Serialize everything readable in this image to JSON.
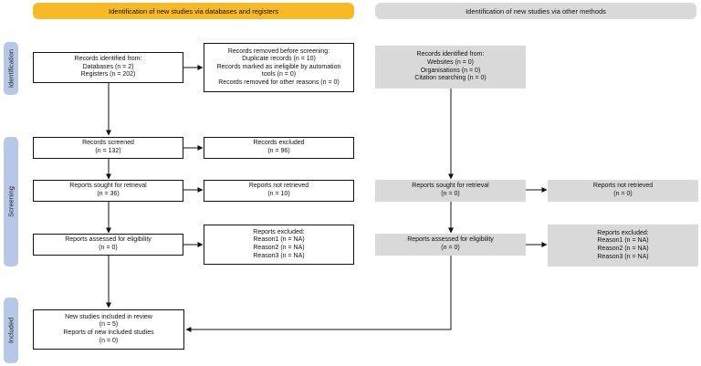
{
  "headers": {
    "left": "Identification of new studies via databases and registers",
    "right": "Identification of new studies via other methods"
  },
  "phases": {
    "identification": "Identification",
    "screening": "Screening",
    "included": "Included"
  },
  "left": {
    "records_identified": [
      "Records identified from:",
      "Databases (n = 2)",
      "Registers (n = 202)"
    ],
    "records_removed": [
      "Records removed before screening:",
      "Duplicate records (n = 10)",
      "Records marked as ineligible by automation",
      "tools (n = 0)",
      "Records removed for other reasons (n = 0)"
    ],
    "records_screened": [
      "Records screened",
      "(n = 132)"
    ],
    "records_excluded": [
      "Records excluded",
      "(n = 96)"
    ],
    "reports_sought": [
      "Reports sought for retrieval",
      "(n = 36)"
    ],
    "reports_not_retrieved": [
      "Reports not retrieved",
      "(n = 10)"
    ],
    "reports_assessed": [
      "Reports assessed for eligibility",
      "(n = 0)"
    ],
    "reports_excluded": [
      "Reports excluded:",
      "Reason1 (n = NA)",
      "Reason2 (n = NA)",
      "Reason3 (n = NA)"
    ],
    "included": [
      "New studies included in review",
      "(n = 5)",
      "Reports of new included studies",
      "(n = 0)"
    ]
  },
  "right": {
    "records_identified": [
      "Records identified from:",
      "Websites (n = 0)",
      "Organisations (n = 0)",
      "Citation searching (n = 0)"
    ],
    "reports_sought": [
      "Reports sought for retrieval",
      "(n = 0)"
    ],
    "reports_not_retrieved": [
      "Reports not retrieved",
      "(n = 0)"
    ],
    "reports_assessed": [
      "Reports assessed for eligibility",
      "(n = 0)"
    ],
    "reports_excluded": [
      "Reports excluded:",
      "Reason1 (n = NA)",
      "Reason2 (n = NA)",
      "Reason3 (n = NA)"
    ]
  },
  "colors": {
    "left_header": "#f7b928",
    "right_header": "#d9d9d9",
    "phase_bar": "#b7c8e6",
    "grey_box": "#d9d9d9"
  }
}
